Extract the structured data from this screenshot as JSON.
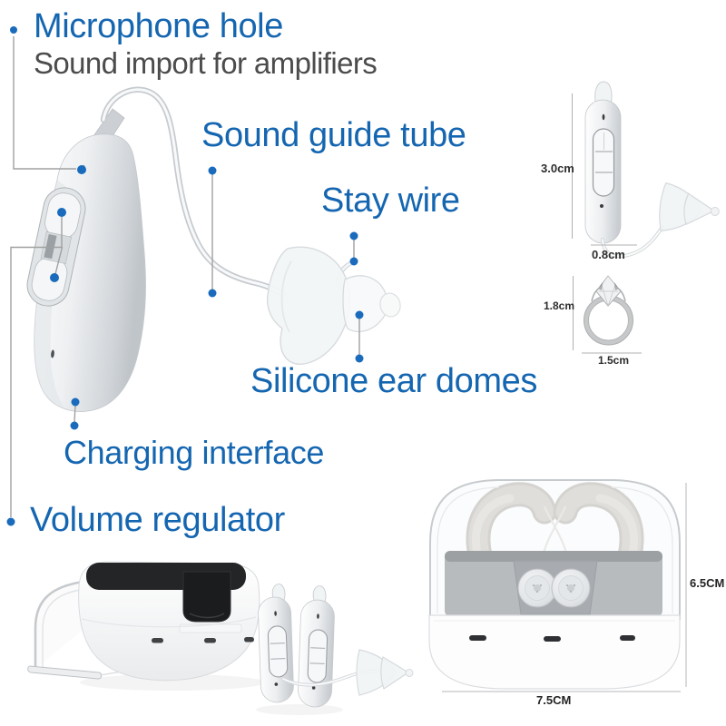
{
  "meta": {
    "description": "Hearing aid product annotation diagram with size references and charging case"
  },
  "palette": {
    "label_blue": "#1566b1",
    "subtitle_gray": "#4c4c4c",
    "dimension_text": "#2d2d2d",
    "leader_line_gray": "#a0a0a0",
    "annotation_dot_blue": "#1a6bbc",
    "case_black": "#232527",
    "tray_gray": "#85898d"
  },
  "callouts": {
    "microphone_hole": {
      "label": "Microphone hole",
      "subtitle": "Sound import for amplifiers"
    },
    "sound_guide_tube": {
      "label": "Sound guide tube"
    },
    "stay_wire": {
      "label": "Stay wire"
    },
    "silicone_ear_domes": {
      "label": "Silicone ear domes"
    },
    "charging_interface": {
      "label": "Charging interface"
    },
    "volume_regulator": {
      "label": "Volume regulator"
    }
  },
  "size_specs": {
    "aid_height": "3.0cm",
    "aid_width": "0.8cm",
    "ring_height": "1.8cm",
    "ring_width": "1.5cm",
    "case_height": "6.5CM",
    "case_width": "7.5CM"
  }
}
